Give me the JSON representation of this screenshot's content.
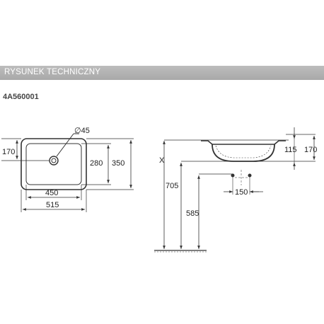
{
  "header": {
    "title": "RYSUNEK TECHNICZNY"
  },
  "product": {
    "code": "4A560001"
  },
  "top_view": {
    "dim_drain_diameter": "∅45",
    "dim_drain_offset": "170",
    "dim_inner_depth": "280",
    "dim_outer_depth": "350",
    "dim_inner_width": "450",
    "dim_outer_width": "515"
  },
  "side_view": {
    "dim_variable": "X",
    "dim_bowl_depth": "115",
    "dim_total_depth": "170",
    "dim_drain_height": "705",
    "dim_pipe_spacing": "150",
    "dim_pipe_height": "585"
  },
  "colors": {
    "banner": "#b0b0b0",
    "line": "#333333",
    "text": "#222222"
  }
}
